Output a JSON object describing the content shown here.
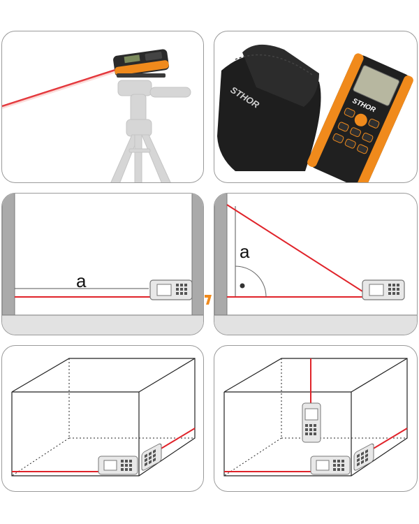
{
  "panels": {
    "horizontal_distance": {
      "label": "a"
    },
    "vertical_distance": {
      "label": "a"
    }
  },
  "product": {
    "brand": "STHOR"
  },
  "colors": {
    "laser": "#e0232a",
    "accent": "#f08a1c",
    "device_body": "#2a2a2a",
    "outline": "#9a9a9a",
    "wall": "#aaaaaa",
    "floor": "#e2e2e2"
  },
  "icons": [
    "tripod-icon",
    "carry-pouch-icon",
    "rangefinder-icon",
    "right-angle-icon"
  ]
}
